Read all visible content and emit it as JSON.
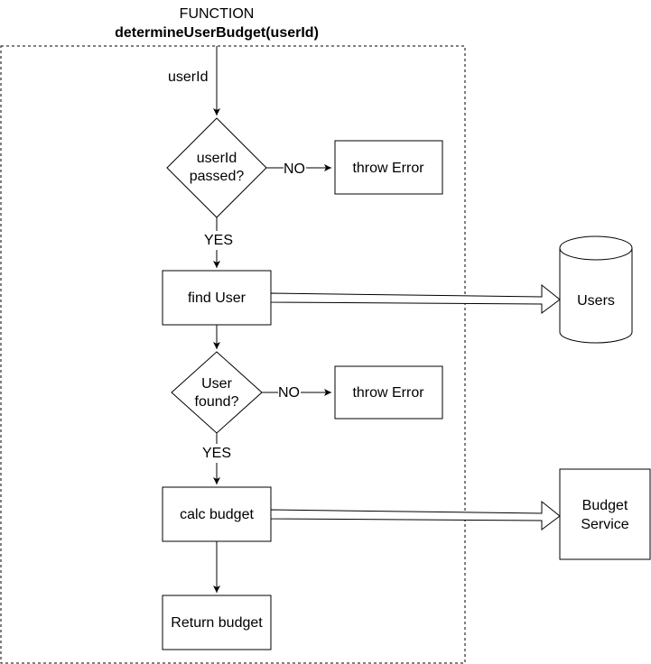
{
  "function_header": {
    "keyword": "FUNCTION",
    "signature": "determineUserBudget(userId)"
  },
  "input_label": "userId",
  "nodes": {
    "decision_userid": {
      "line1": "userId",
      "line2": "passed?"
    },
    "error_1": "throw Error",
    "find_user": "find User",
    "users_db": "Users",
    "decision_found": {
      "line1": "User",
      "line2": "found?"
    },
    "error_2": "throw Error",
    "calc_budget": "calc budget",
    "budget_service": {
      "line1": "Budget",
      "line2": "Service"
    },
    "return_budget": "Return budget"
  },
  "edge_labels": {
    "no_1": "NO",
    "yes_1": "YES",
    "no_2": "NO",
    "yes_2": "YES"
  },
  "colors": {
    "stroke": "#000000",
    "fill": "#ffffff",
    "text": "#000000"
  }
}
